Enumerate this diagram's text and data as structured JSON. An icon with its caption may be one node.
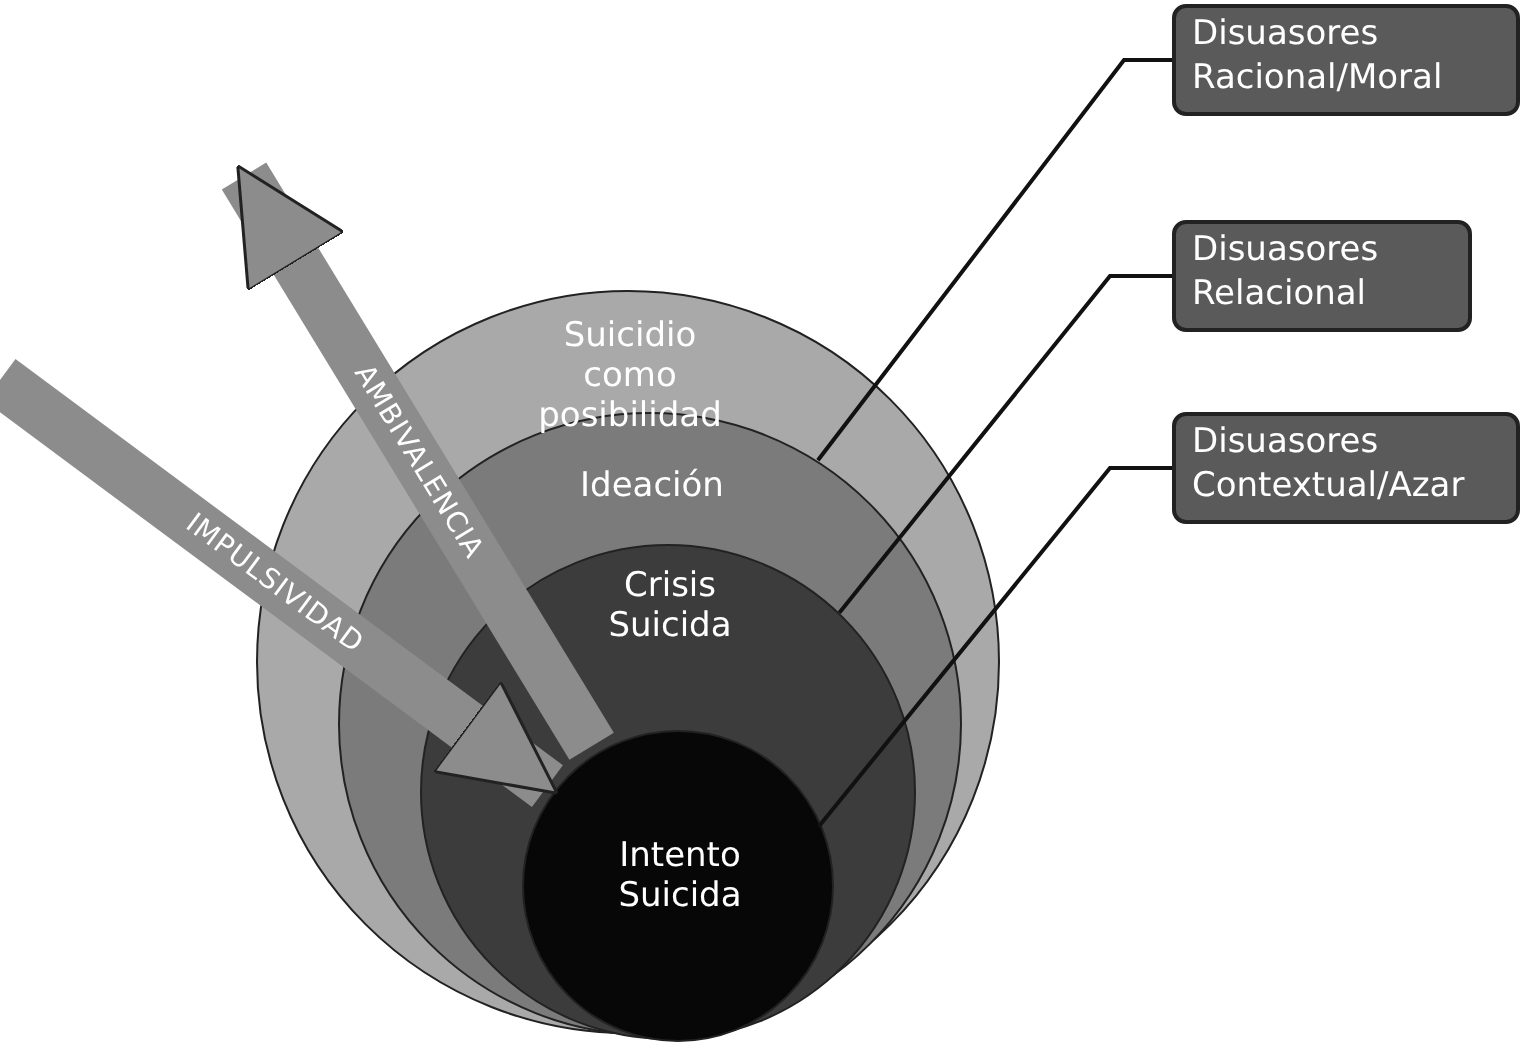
{
  "diagram": {
    "nodes": [
      {
        "text": [
          "Suicidio como posibilidad"
        ]
      },
      {
        "text": [
          "Ideación"
        ],
        "in": 0
      },
      {
        "text": [
          "Crisis Suicida"
        ],
        "in": 1
      },
      {
        "text": [
          "Intento Suicida"
        ],
        "in": 2
      },
      {
        "text": [
          "Disuasores Racional/Moral"
        ]
      },
      {
        "text": [
          "Disuasores Relacional"
        ]
      },
      {
        "text": [
          "Disuasores Contextual/Azar"
        ]
      }
    ],
    "edges": [
      {
        "from": 4,
        "to": 1,
        "arrow": "none"
      },
      {
        "from": 5,
        "to": 2,
        "arrow": "none"
      },
      {
        "from": 6,
        "to": 3,
        "arrow": "none"
      },
      {
        "from": 3,
        "to": null,
        "arrow": "to",
        "label": "AMBIVALENCIA",
        "style": "thick",
        "color": "#8c8c8c"
      },
      {
        "from": null,
        "to": 3,
        "arrow": "to",
        "label": "IMPULSIVIDAD",
        "style": "thick",
        "color": "#8c8c8c"
      }
    ]
  }
}
